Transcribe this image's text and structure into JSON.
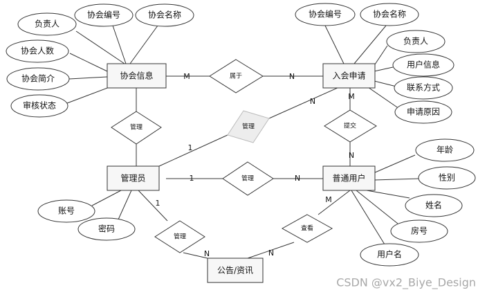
{
  "entities": {
    "association_info": "协会信息",
    "join_application": "入会申请",
    "admin": "管理员",
    "regular_user": "普通用户",
    "announcement": "公告/资讯"
  },
  "attributes": {
    "association_info": [
      "负责人",
      "协会编号",
      "协会名称",
      "协会人数",
      "协会简介",
      "审核状态"
    ],
    "join_application": [
      "协会编号",
      "协会名称",
      "负责人",
      "用户信息",
      "联系方式",
      "申请原因"
    ],
    "admin": [
      "账号",
      "密码"
    ],
    "regular_user": [
      "年龄",
      "性别",
      "姓名",
      "房号",
      "用户名"
    ]
  },
  "relationships": {
    "belongs": "属于",
    "manage_assoc": "管理",
    "manage_apply": "管理",
    "submit": "提交",
    "manage_user": "管理",
    "manage_news": "管理",
    "view": "查看"
  },
  "cardinalities": {
    "belongs_left": "M",
    "belongs_right": "N",
    "manage_apply_admin": "1",
    "manage_apply_app": "N",
    "submit_app": "M",
    "submit_user": "N",
    "manage_user_admin": "1",
    "manage_user_user": "N",
    "manage_news_admin": "1",
    "manage_news_news": "N",
    "view_news": "N",
    "view_user": "M"
  },
  "watermark": "CSDN @vx2_Biye_Design"
}
